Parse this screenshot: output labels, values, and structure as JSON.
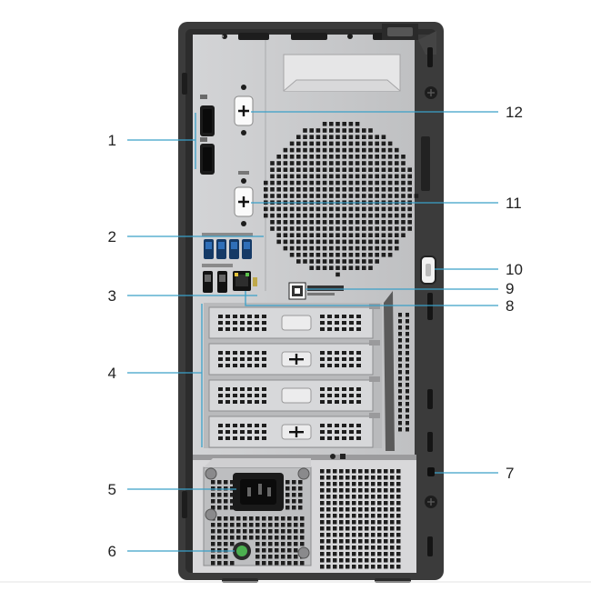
{
  "callouts_left": [
    {
      "id": 1,
      "label": "1"
    },
    {
      "id": 2,
      "label": "2"
    },
    {
      "id": 3,
      "label": "3"
    },
    {
      "id": 4,
      "label": "4"
    },
    {
      "id": 5,
      "label": "5"
    },
    {
      "id": 6,
      "label": "6"
    }
  ],
  "callouts_right": [
    {
      "id": 12,
      "label": "12"
    },
    {
      "id": 11,
      "label": "11"
    },
    {
      "id": 10,
      "label": "10"
    },
    {
      "id": 9,
      "label": "9"
    },
    {
      "id": 8,
      "label": "8"
    },
    {
      "id": 7,
      "label": "7"
    }
  ],
  "colors": {
    "chassis_frame": "#3b3b3b",
    "chassis_panel": "#c9cacc",
    "usb_blue": "#2f6fb8",
    "callout_line": "#3aa0c8",
    "vent": "#1e1e1e",
    "power_led": "#4caf50"
  }
}
